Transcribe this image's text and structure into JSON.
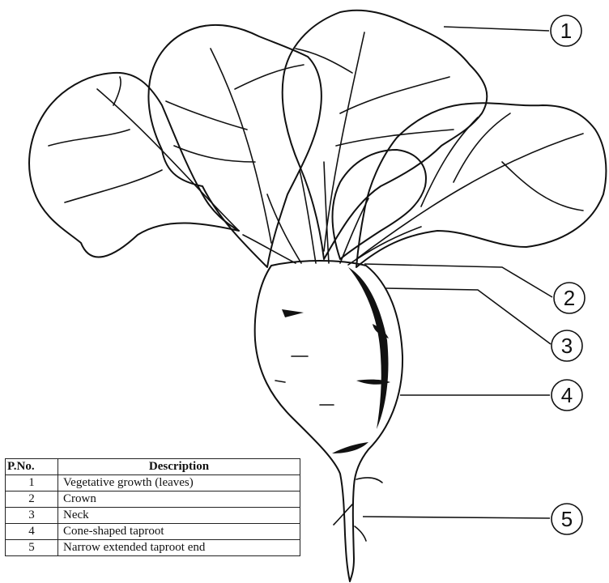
{
  "callouts": [
    {
      "number": "1",
      "part": "leaves"
    },
    {
      "number": "2",
      "part": "crown"
    },
    {
      "number": "3",
      "part": "neck"
    },
    {
      "number": "4",
      "part": "taproot"
    },
    {
      "number": "5",
      "part": "taproot-end"
    }
  ],
  "legend": {
    "header_pno": "P.No.",
    "header_description": "Description",
    "rows": [
      {
        "pno": "1",
        "description": "Vegetative growth (leaves)"
      },
      {
        "pno": "2",
        "description": "Crown"
      },
      {
        "pno": "3",
        "description": "Neck"
      },
      {
        "pno": "4",
        "description": "Cone-shaped taproot"
      },
      {
        "pno": "5",
        "description": "Narrow extended taproot end"
      }
    ]
  }
}
